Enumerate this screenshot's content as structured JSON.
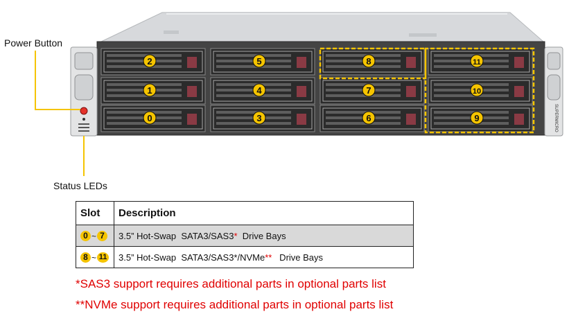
{
  "callouts": {
    "power_button": "Power Button",
    "status_leds": "Status LEDs"
  },
  "bays": [
    {
      "num": "2"
    },
    {
      "num": "1"
    },
    {
      "num": "0"
    },
    {
      "num": "5"
    },
    {
      "num": "4"
    },
    {
      "num": "3"
    },
    {
      "num": "8"
    },
    {
      "num": "7"
    },
    {
      "num": "6"
    },
    {
      "num": "11"
    },
    {
      "num": "10"
    },
    {
      "num": "9"
    }
  ],
  "brand": "SUPERMICRO",
  "table": {
    "header_slot": "Slot",
    "header_description": "Description",
    "rows": [
      {
        "from": "0",
        "tilde": "~",
        "to": "7",
        "desc": "3.5” Hot-Swap  SATA3/SAS3",
        "mark": "*",
        "tail": "  Drive Bays"
      },
      {
        "from": "8",
        "tilde": "~",
        "to": "11",
        "desc": "3.5” Hot-Swap  SATA3/SAS3*/NVMe",
        "mark": "**",
        "tail": "   Drive Bays"
      }
    ]
  },
  "notes": {
    "sas3": "*SAS3 support requires additional parts in optional parts list",
    "nvme": "**NVMe support requires additional parts in optional parts list"
  },
  "colors": {
    "callout": "#f5c400",
    "note": "#e00000",
    "shaded_row": "#d9d9d9"
  }
}
